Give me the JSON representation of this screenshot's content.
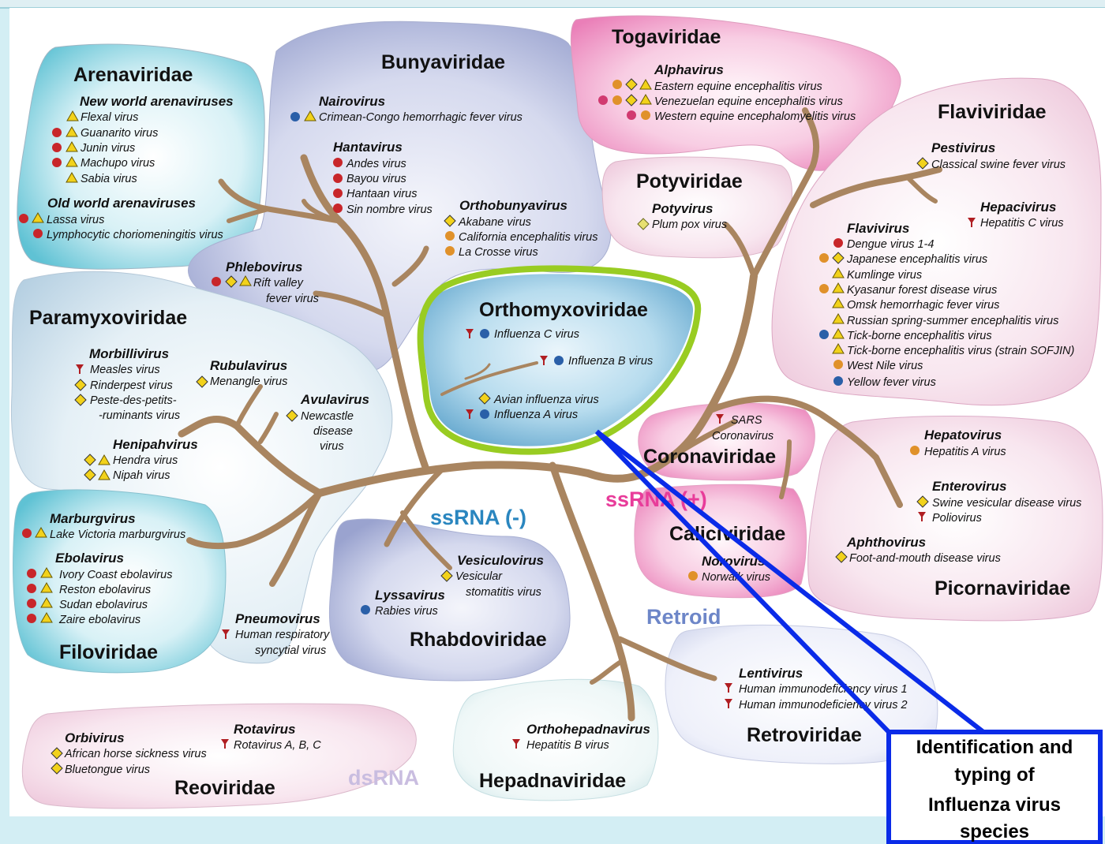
{
  "colors": {
    "tree": "#a98560",
    "highlight": "#99cc22",
    "callout": "#0a2be8",
    "ssrna_minus": "#2a86bf",
    "ssrna_plus": "#e83c9a",
    "retroid": "#6d86c8",
    "dsrna": "#c9bde0"
  },
  "icons": {
    "red_bio": "red-biohazard-icon",
    "blue_bio": "blue-biohazard-icon",
    "orange_bio": "orange-biohazard-icon",
    "yellow_warn": "yellow-warning-icon",
    "cow": "livestock-icon",
    "goblet": "human-goblet-icon",
    "plant": "plant-icon"
  },
  "groups": {
    "ssrna_minus": "ssRNA (-)",
    "ssrna_plus": "ssRNA (+)",
    "retroid": "Retroid",
    "dsrna": "dsRNA"
  },
  "callout": {
    "lines": [
      "Identification and",
      "typing of",
      "Influenza virus",
      "species"
    ]
  },
  "families": {
    "arenaviridae": {
      "name": "Arenaviridae",
      "genera": [
        {
          "name": "New world arenaviruses",
          "species": [
            "Flexal virus",
            "Guanarito virus",
            "Junin virus",
            "Machupo virus",
            "Sabia virus"
          ]
        },
        {
          "name": "Old world arenaviruses",
          "species": [
            "Lassa virus",
            "Lymphocytic choriomeningitis virus"
          ]
        }
      ]
    },
    "bunyaviridae": {
      "name": "Bunyaviridae",
      "genera": [
        {
          "name": "Nairovirus",
          "species": [
            "Crimean-Congo hemorrhagic fever virus"
          ]
        },
        {
          "name": "Hantavirus",
          "species": [
            "Andes virus",
            "Bayou virus",
            "Hantaan virus",
            "Sin nombre virus"
          ]
        },
        {
          "name": "Orthobunyavirus",
          "species": [
            "Akabane virus",
            "California encephalitis virus",
            "La Crosse virus"
          ]
        },
        {
          "name": "Phlebovirus",
          "species": [
            "Rift valley",
            "fever virus"
          ]
        }
      ]
    },
    "togaviridae": {
      "name": "Togaviridae",
      "genera": [
        {
          "name": "Alphavirus",
          "species": [
            "Eastern equine encephalitis virus",
            "Venezuelan equine encephalitis virus",
            "Western equine encephalomyelitis virus"
          ]
        }
      ]
    },
    "flaviviridae": {
      "name": "Flaviviridae",
      "genera": [
        {
          "name": "Pestivirus",
          "species": [
            "Classical swine fever virus"
          ]
        },
        {
          "name": "Hepacivirus",
          "species": [
            "Hepatitis C virus"
          ]
        },
        {
          "name": "Flavivirus",
          "species": [
            "Dengue virus 1-4",
            "Japanese encephalitis virus",
            "Kumlinge virus",
            "Kyasanur forest disease virus",
            "Omsk hemorrhagic fever virus",
            "Russian spring-summer encephalitis virus",
            "Tick-borne encephalitis virus",
            "Tick-borne encephalitis virus (strain SOFJIN)",
            "West Nile virus",
            "Yellow fever virus"
          ]
        }
      ]
    },
    "potyviridae": {
      "name": "Potyviridae",
      "genera": [
        {
          "name": "Potyvirus",
          "species": [
            "Plum pox virus"
          ]
        }
      ]
    },
    "orthomyxoviridae": {
      "name": "Orthomyxoviridae",
      "species": [
        "Influenza C virus",
        "Influenza B virus",
        "Avian influenza virus",
        "Influenza A virus"
      ]
    },
    "paramyxoviridae": {
      "name": "Paramyxoviridae",
      "genera": [
        {
          "name": "Morbillivirus",
          "species": [
            "Measles virus",
            "Rinderpest virus",
            "Peste-des-petits-",
            "-ruminants virus"
          ]
        },
        {
          "name": "Rubulavirus",
          "species": [
            "Menangle virus"
          ]
        },
        {
          "name": "Avulavirus",
          "species": [
            "Newcastle",
            "disease",
            "virus"
          ]
        },
        {
          "name": "Henipahvirus",
          "species": [
            "Hendra virus",
            "Nipah virus"
          ]
        },
        {
          "name": "Pneumovirus",
          "species": [
            "Human respiratory",
            "syncytial virus"
          ]
        }
      ]
    },
    "filoviridae": {
      "name": "Filoviridae",
      "genera": [
        {
          "name": "Marburgvirus",
          "species": [
            "Lake Victoria marburgvirus"
          ]
        },
        {
          "name": "Ebolavirus",
          "species": [
            "Ivory Coast ebolavirus",
            "Reston ebolavirus",
            "Sudan ebolavirus",
            "Zaire ebolavirus"
          ]
        }
      ]
    },
    "rhabdoviridae": {
      "name": "Rhabdoviridae",
      "genera": [
        {
          "name": "Vesiculovirus",
          "species": [
            "Vesicular",
            "stomatitis virus"
          ]
        },
        {
          "name": "Lyssavirus",
          "species": [
            "Rabies virus"
          ]
        }
      ]
    },
    "coronaviridae": {
      "name": "Coronaviridae",
      "species": [
        "SARS",
        "Coronavirus"
      ]
    },
    "caliciviridae": {
      "name": "Caliciviridae",
      "genera": [
        {
          "name": "Norovirus",
          "species": [
            "Norwalk virus"
          ]
        }
      ]
    },
    "picornaviridae": {
      "name": "Picornaviridae",
      "genera": [
        {
          "name": "Hepatovirus",
          "species": [
            "Hepatitis A virus"
          ]
        },
        {
          "name": "Enterovirus",
          "species": [
            "Swine vesicular disease virus",
            "Poliovirus"
          ]
        },
        {
          "name": "Aphthovirus",
          "species": [
            "Foot-and-mouth disease virus"
          ]
        }
      ]
    },
    "retroviridae": {
      "name": "Retroviridae",
      "genera": [
        {
          "name": "Lentivirus",
          "species": [
            "Human immunodeficiency virus 1",
            "Human immunodeficiency virus 2"
          ]
        }
      ]
    },
    "hepadnaviridae": {
      "name": "Hepadnaviridae",
      "genera": [
        {
          "name": "Orthohepadnavirus",
          "species": [
            "Hepatitis B virus"
          ]
        }
      ]
    },
    "reoviridae": {
      "name": "Reoviridae",
      "genera": [
        {
          "name": "Orbivirus",
          "species": [
            "African horse sickness virus",
            "Bluetongue virus"
          ]
        },
        {
          "name": "Rotavirus",
          "species": [
            "Rotavirus A, B, C"
          ]
        }
      ]
    }
  }
}
